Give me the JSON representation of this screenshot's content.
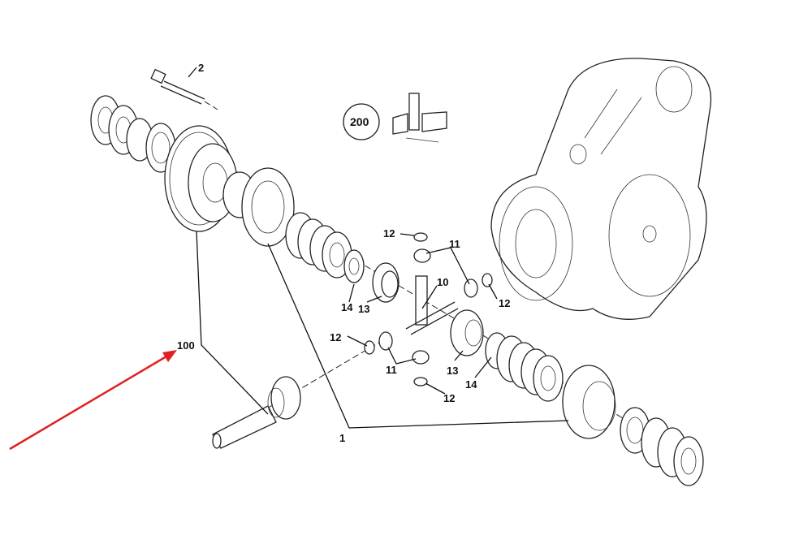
{
  "diagram": {
    "callouts": {
      "bolt": "2",
      "kit": "200",
      "washer_top": "12",
      "pinion_gear_top": "11",
      "cross_shaft": "10",
      "washer_right": "12",
      "thrust_washer_left": "14",
      "side_gear_left": "13",
      "washer_left": "12",
      "pinion_gear_bottom": "11",
      "side_gear_right": "13",
      "thrust_washer_right": "14",
      "washer_bottom": "12",
      "ring_and_pinion": "100",
      "differential_case": "1"
    },
    "colors": {
      "arrow": "#e02020",
      "line": "#222222"
    }
  }
}
